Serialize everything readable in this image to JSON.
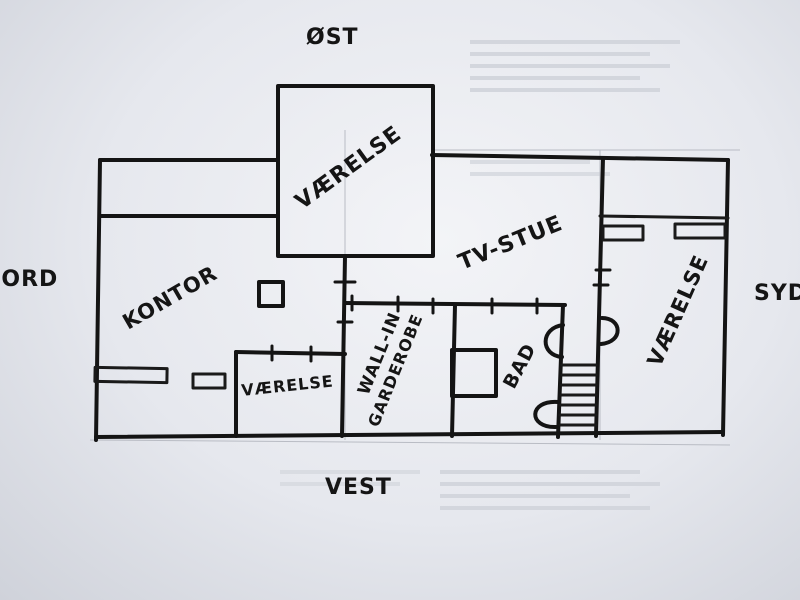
{
  "compass": {
    "north": "NORD",
    "east": "ØST",
    "south": "SYD",
    "west": "VEST"
  },
  "rooms": {
    "vaerelse_top": "VÆRELSE",
    "kontor": "KONTOR",
    "tv_stue": "TV-STUE",
    "vaerelse_small": "VÆRELSE",
    "walk_in_line1": "WALL-IN",
    "walk_in_line2": "GARDEROBE",
    "bad": "BAD",
    "vaerelse_right": "VÆRELSE"
  }
}
